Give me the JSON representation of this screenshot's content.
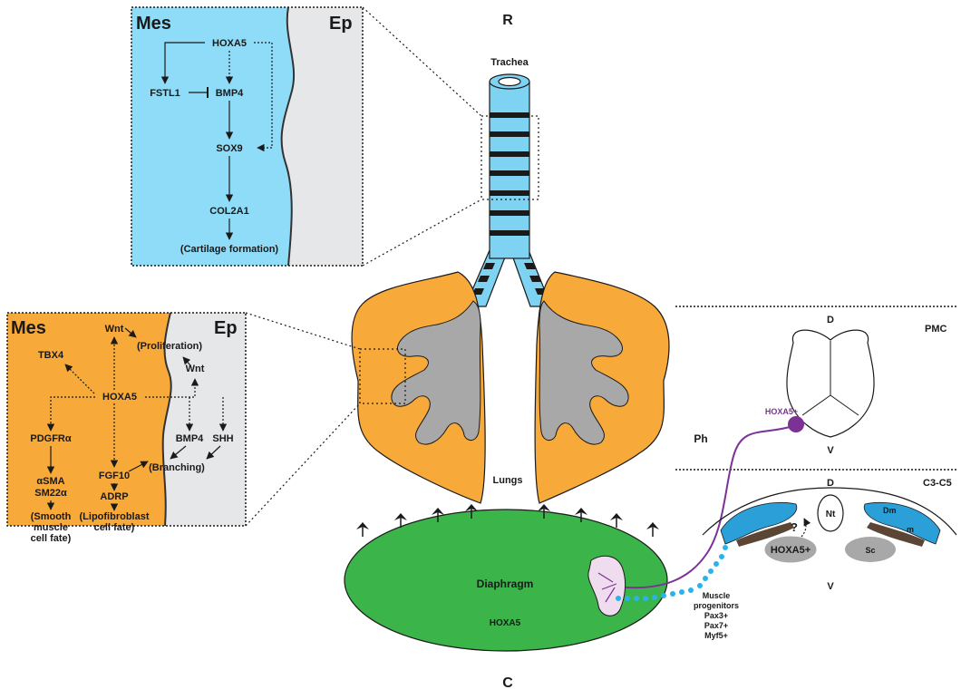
{
  "axis": {
    "rostral": "R",
    "caudal": "C"
  },
  "trachea": {
    "label": "Trachea",
    "fill": "#7fd3f2",
    "ring_color": "#1a1a1a"
  },
  "lungs": {
    "label": "Lungs",
    "fill": "#f7a93a",
    "airway_fill": "#a8a8a8"
  },
  "diaphragm": {
    "label": "Diaphragm",
    "gene": "HOXA5",
    "fill": "#3bb54a"
  },
  "trachea_inset": {
    "mes_label": "Mes",
    "ep_label": "Ep",
    "mes_fill": "#8fdcf8",
    "ep_fill": "#e6e7e8",
    "nodes": {
      "hoxa5": "HOXA5",
      "fstl1": "FSTL1",
      "bmp4": "BMP4",
      "sox9": "SOX9",
      "col2a1": "COL2A1",
      "outcome": "(Cartilage formation)"
    }
  },
  "lung_inset": {
    "mes_label": "Mes",
    "ep_label": "Ep",
    "mes_fill": "#f7a93a",
    "ep_fill": "#e6e7e8",
    "nodes": {
      "wnt_top": "Wnt",
      "proliferation": "(Proliferation)",
      "tbx4": "TBX4",
      "wnt_ep": "Wnt",
      "hoxa5": "HOXA5",
      "pdgfra": "PDGFRα",
      "bmp4": "BMP4",
      "shh": "SHH",
      "branching": "(Branching)",
      "fgf10": "FGF10",
      "asma": "αSMA",
      "sm22a": "SM22α",
      "adrp": "ADRP",
      "smooth_1": "(Smooth",
      "smooth_2": "muscle",
      "smooth_3": "cell fate)",
      "lipo_1": "(Lipofibroblast",
      "lipo_2": "cell fate)"
    }
  },
  "pmc_section": {
    "title": "PMC",
    "dorsal": "D",
    "ventral": "V",
    "marker": "HOXA5+",
    "marker_color": "#7b3294"
  },
  "cervical_section": {
    "title": "C3-C5",
    "dorsal": "D",
    "ventral": "V",
    "neural_tube": "Nt",
    "dermomyotome": "Dm",
    "myotome": "m",
    "sclerotome": "Sc",
    "hoxa5_region": "HOXA5+",
    "question": "?"
  },
  "phrenic_nerve": {
    "label": "Ph",
    "color": "#7b3294"
  },
  "muscle_progenitors": {
    "lines": [
      "Muscle",
      "progenitors",
      "Pax3+",
      "Pax7+",
      "Myf5+"
    ],
    "dot_color": "#2ab3ea"
  }
}
